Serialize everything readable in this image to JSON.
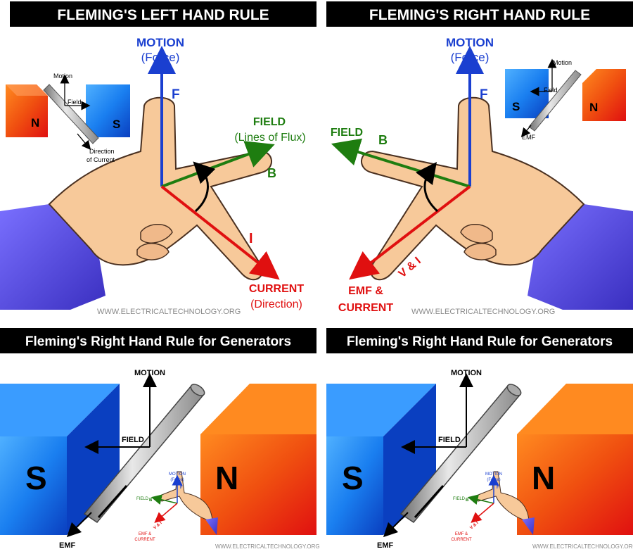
{
  "panels": {
    "left_hand": {
      "title": "FLEMING'S LEFT HAND RULE",
      "motion": "MOTION",
      "motion_sub": "(Force)",
      "f_letter": "F",
      "field": "FIELD",
      "field_sub": "(Lines of Flux)",
      "b_letter": "B",
      "i_letter": "I",
      "current": "CURRENT",
      "current_sub": "(Direction)",
      "watermark": "WWW.ELECTRICALTECHNOLOGY.ORG",
      "inset": {
        "north": "N",
        "south": "S",
        "motion": "Motion",
        "field": "Field",
        "direction_line1": "Direction",
        "direction_line2": "of Current"
      }
    },
    "right_hand": {
      "title": "FLEMING'S RIGHT HAND RULE",
      "motion": "MOTION",
      "motion_sub": "(Force)",
      "f_letter": "F",
      "field": "FIELD",
      "b_letter": "B",
      "vi_label": "V & I",
      "emf_line1": "EMF &",
      "emf_line2": "CURRENT",
      "watermark": "WWW.ELECTRICALTECHNOLOGY.ORG",
      "inset": {
        "south": "S",
        "north": "N",
        "motion": "Motion",
        "field": "Field",
        "emf": "EMF"
      }
    },
    "generator_left": {
      "title": "Fleming's Right Hand Rule for Generators",
      "motion": "MOTION",
      "field": "FIELD",
      "emf": "EMF",
      "south": "S",
      "north": "N",
      "watermark": "WWW.ELECTRICALTECHNOLOGY.ORG",
      "mini": {
        "motion": "MOTION",
        "motion_sub": "(Force)",
        "f": "F",
        "field": "FIELD",
        "b": "B",
        "vi": "V & I",
        "emf1": "EMF &",
        "emf2": "CURRENT"
      }
    },
    "generator_right": {
      "title": "Fleming's Right Hand Rule for Generators",
      "motion": "MOTION",
      "field": "FIELD",
      "emf": "EMF",
      "south": "S",
      "north": "N",
      "watermark": "WWW.ELECTRICALTECHNOLOGY.ORG",
      "mini": {
        "motion": "MOTION",
        "motion_sub": "(Force)",
        "f": "F",
        "field": "FIELD",
        "b": "B",
        "vi": "V & I",
        "emf1": "EMF &",
        "emf2": "CURRENT"
      }
    }
  },
  "colors": {
    "title_bg": "#000000",
    "title_fg": "#ffffff",
    "motion_blue": "#1a3fd0",
    "field_green": "#1e7d10",
    "current_red": "#e01010",
    "skin": "#f7c99a",
    "skin_outline": "#4a3020",
    "sleeve": "#5a4fe0",
    "magnet_blue": "#1a7ff0",
    "magnet_red": "#f05010",
    "watermark": "#8a8a8a"
  }
}
